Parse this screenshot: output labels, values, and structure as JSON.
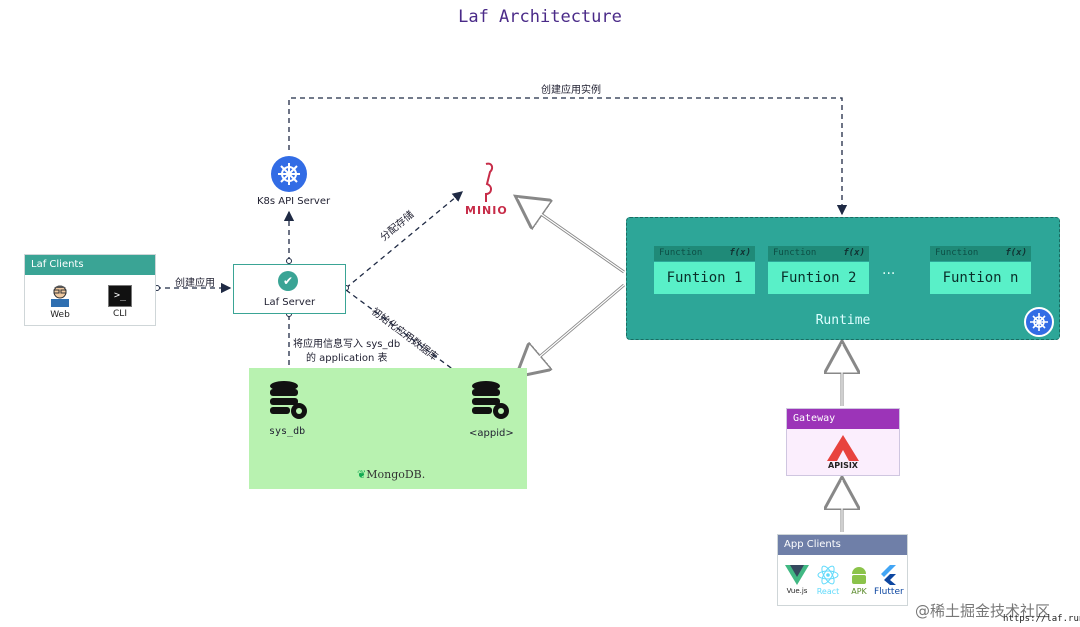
{
  "title": "Laf  Architecture",
  "laf_clients": {
    "header": "Laf Clients",
    "web_label": "Web",
    "cli_label": "CLI"
  },
  "laf_server": {
    "label": "Laf Server"
  },
  "k8s_api_server": {
    "label": "K8s API Server"
  },
  "minio": {
    "label": "MINIO"
  },
  "mongo": {
    "label": "MongoDB.",
    "sys_db_label": "sys_db",
    "appid_label": "<appid>"
  },
  "edges": {
    "create_app": "创建应用",
    "create_instance": "创建应用实例",
    "assign_storage": "分配存储",
    "init_db": "初始化应用数据库",
    "write_info_line1": "将应用信息写入  sys_db",
    "write_info_line2": "的 application 表"
  },
  "runtime": {
    "label": "Runtime",
    "functions": [
      {
        "header": "Function",
        "fx": "f(x)",
        "name": "Funtion 1"
      },
      {
        "header": "Function",
        "fx": "f(x)",
        "name": "Funtion 2"
      },
      {
        "header": "Function",
        "fx": "f(x)",
        "name": "Funtion n"
      }
    ],
    "ellipsis": "···"
  },
  "gateway": {
    "header": "Gateway",
    "product": "APISIX"
  },
  "app_clients": {
    "header": "App Clients",
    "items": [
      "Vue.js",
      "React",
      "APK",
      "Flutter"
    ]
  },
  "watermark": "@稀土掘金技术社区",
  "url": "https://laf.run",
  "colors": {
    "teal": "#3aa495",
    "runtime": "#2da698",
    "mongo_bg": "#b8f2b0",
    "gateway": "#9c34b8",
    "k8s": "#326ce5"
  }
}
